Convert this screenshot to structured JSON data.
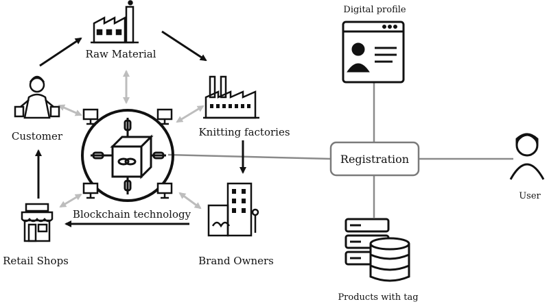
{
  "labels": {
    "raw_material": "Raw Material",
    "knitting_factories": "Knitting factories",
    "brand_owners": "Brand Owners",
    "retail_shops": "Retail Shops",
    "customer": "Customer",
    "blockchain": "Blockchain technology",
    "registration": "Registration",
    "user": "User",
    "digital_profile": "Digital profile",
    "products_with_tag": "Products with tag"
  },
  "colors": {
    "ink": "#111111",
    "flow_arrow": "#111111",
    "link_arrow": "#bdbdbd",
    "connector": "#8a8a8a",
    "box_border": "#7a7a7a"
  }
}
